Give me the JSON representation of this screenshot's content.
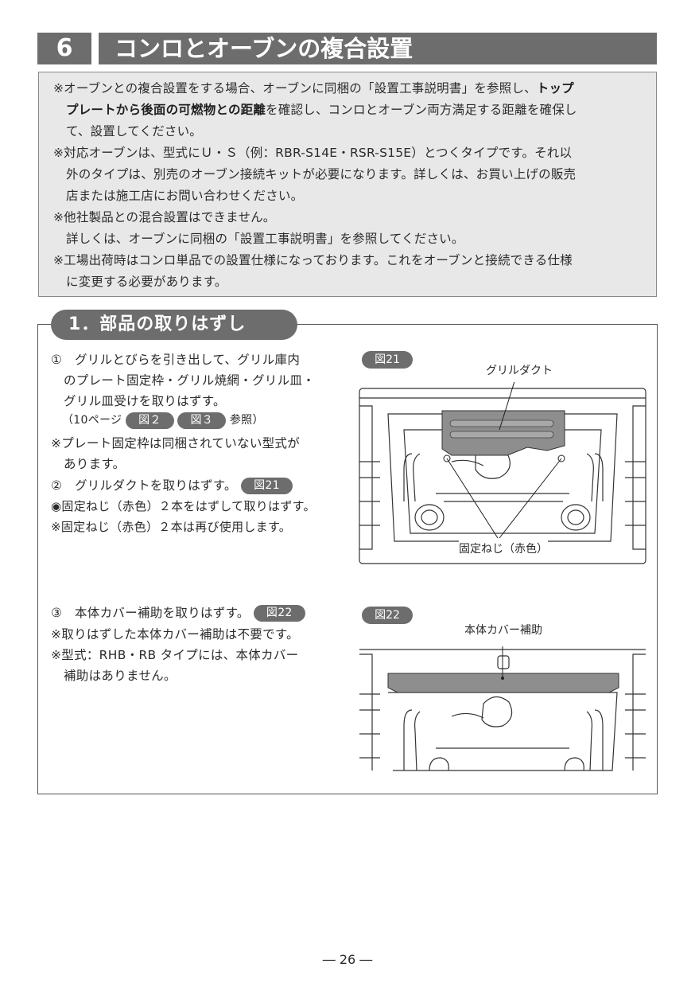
{
  "section": {
    "number": "6",
    "title": "コンロとオーブンの複合設置"
  },
  "notice": {
    "l1a": "※オーブンとの複合設置をする場合、オーブンに同梱の「設置工事説明書」を参照し、",
    "l1b": "トップ",
    "l2a": "プレートから後面の可燃物との距離",
    "l2b": "を確認し、コンロとオーブン両方満足する距離を確保し",
    "l3": "て、設置してください。",
    "l4": "※対応オーブンは、型式にＵ・Ｓ（例：RBR-S14E・RSR-S15E）とつくタイプです。それ以",
    "l5": "外のタイプは、別売のオーブン接続キットが必要になります。詳しくは、お買い上げの販売",
    "l6": "店または施工店にお問い合わせください。",
    "l7": "※他社製品との混合設置はできません。",
    "l8": "詳しくは、オーブンに同梱の「設置工事説明書」を参照してください。",
    "l9": "※工場出荷時はコンロ単品での設置仕様になっております。これをオーブンと接続できる仕様",
    "l10": "に変更する必要があります。"
  },
  "subsection": {
    "title": "1．部品の取りはずし"
  },
  "step1": {
    "l1": "①　グリルとびらを引き出して、グリル庫内",
    "l2": "のプレート固定枠・グリル焼網・グリル皿・",
    "l3": "グリル皿受けを取りはずす。",
    "ref_open": "（10ページ",
    "ref_fig_a": "図２",
    "ref_fig_b": "図３",
    "ref_close": "参照）",
    "note1": "※プレート固定枠は同梱されていない型式が",
    "note2": "あります。"
  },
  "step2": {
    "l1": "②　グリルダクトを取りはずす。",
    "fig_ref": "図21",
    "b1": "◉固定ねじ（赤色）２本をはずして取りはずす。",
    "n1": "※固定ねじ（赤色）２本は再び使用します。"
  },
  "step3": {
    "l1": "③　本体カバー補助を取りはずす。",
    "fig_ref": "図22",
    "n1": "※取りはずした本体カバー補助は不要です。",
    "n2": "※型式：RHB・RB タイプには、本体カバー",
    "n3": "補助はありません。"
  },
  "fig21": {
    "tag": "図21",
    "label_duct": "グリルダクト",
    "label_screw": "固定ねじ（赤色）"
  },
  "fig22": {
    "tag": "図22",
    "label_cover": "本体カバー補助"
  },
  "page": {
    "number": "― 26 ―"
  }
}
